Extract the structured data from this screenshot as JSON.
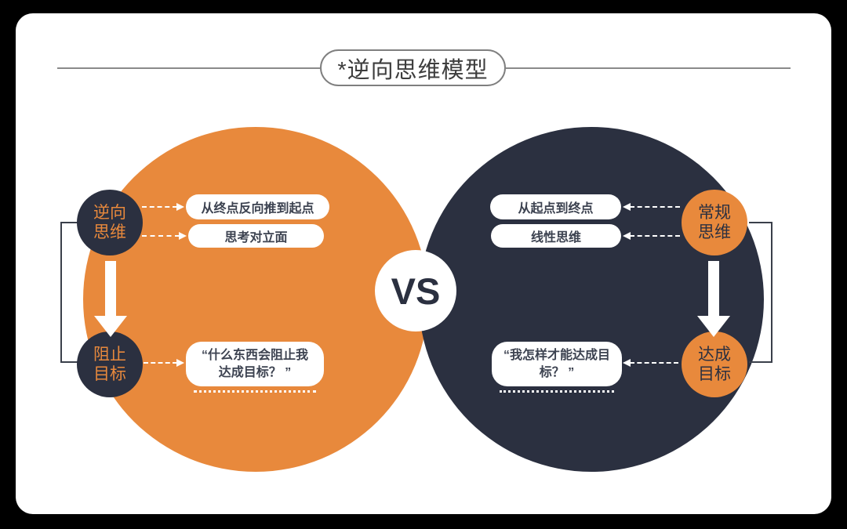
{
  "title": "*逆向思维模型",
  "vs_label": "VS",
  "left_circle": {
    "badge_top": {
      "line1": "逆向",
      "line2": "思维"
    },
    "pills": [
      "从终点反向推到起点",
      "思考对立面"
    ],
    "badge_bottom": {
      "line1": "阻止",
      "line2": "目标"
    },
    "quote": {
      "line1": "“什么东西会阻止我",
      "line2": "达成目标？ ”"
    }
  },
  "right_circle": {
    "badge_top": {
      "line1": "常规",
      "line2": "思维"
    },
    "pills": [
      "从起点到终点",
      "线性思维"
    ],
    "badge_bottom": {
      "line1": "达成",
      "line2": "目标"
    },
    "quote": {
      "line1": "“我怎样才能达成目",
      "line2": "标？ ”"
    }
  },
  "colors": {
    "orange": "#E8893C",
    "navy": "#2B3040",
    "background": "#000000",
    "card": "#FFFFFF",
    "divider_gray": "#8A8A8A",
    "pill_text": "#3C4250"
  }
}
